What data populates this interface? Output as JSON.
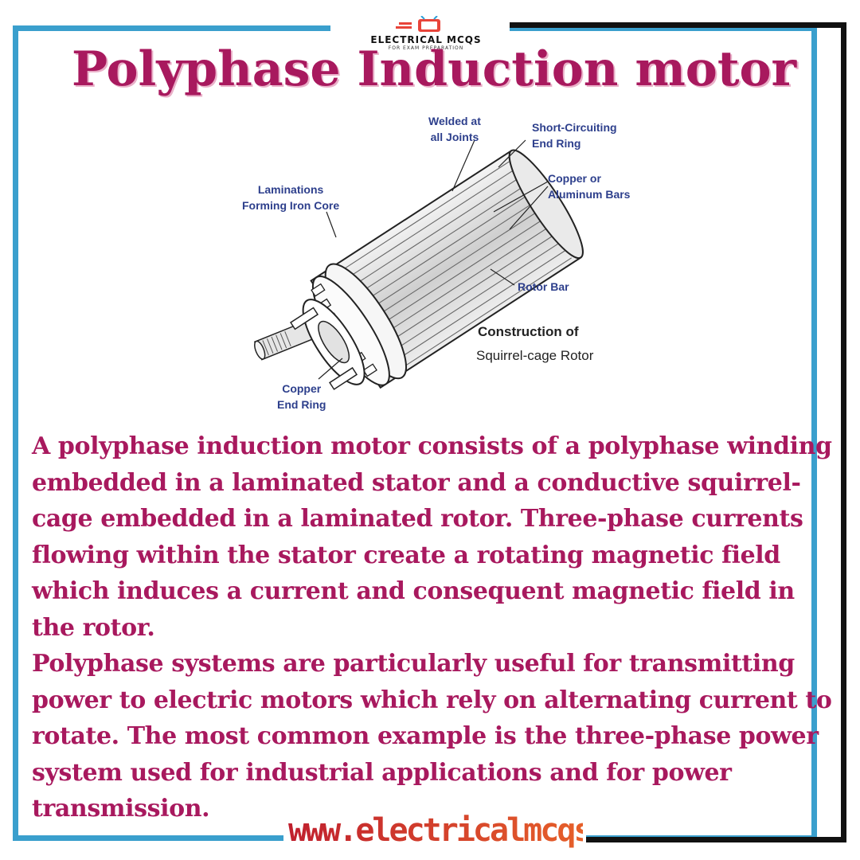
{
  "logo": {
    "name": "ELECTRICAL MCQS",
    "tagline": "FOR EXAM PREPARATION",
    "icon": "tv-monitor-icon"
  },
  "title": "Polyphase Induction motor",
  "diagram": {
    "callouts": {
      "welded": "Welded at\nall Joints",
      "end_ring_short": "Short-Circuiting\nEnd Ring",
      "bars": "Copper or\nAluminum Bars",
      "laminations": "Laminations\nForming Iron Core",
      "rotor_bar": "Rotor Bar",
      "copper_end_ring": "Copper\nEnd Ring"
    },
    "caption_line1": "Construction of",
    "caption_line2": "Squirrel-cage Rotor"
  },
  "body": {
    "paragraph1": "A polyphase induction motor consists of a polyphase winding embedded in a laminated stator and a conductive squirrel-cage embedded in a laminated rotor. Three-phase currents flowing within the stator create a rotating magnetic field which induces a current and consequent magnetic field in the rotor.",
    "paragraph2": "Polyphase systems are particularly useful for transmitting power to electric motors which rely on alternating current to rotate. The most common example is the three-phase power system used for industrial applications and for power transmission."
  },
  "footer_url": "www.electricalmcqs.com",
  "colors": {
    "accent": "#a8195e",
    "frame_blue": "#3a9fcd",
    "label_blue": "#2d3f8c"
  }
}
